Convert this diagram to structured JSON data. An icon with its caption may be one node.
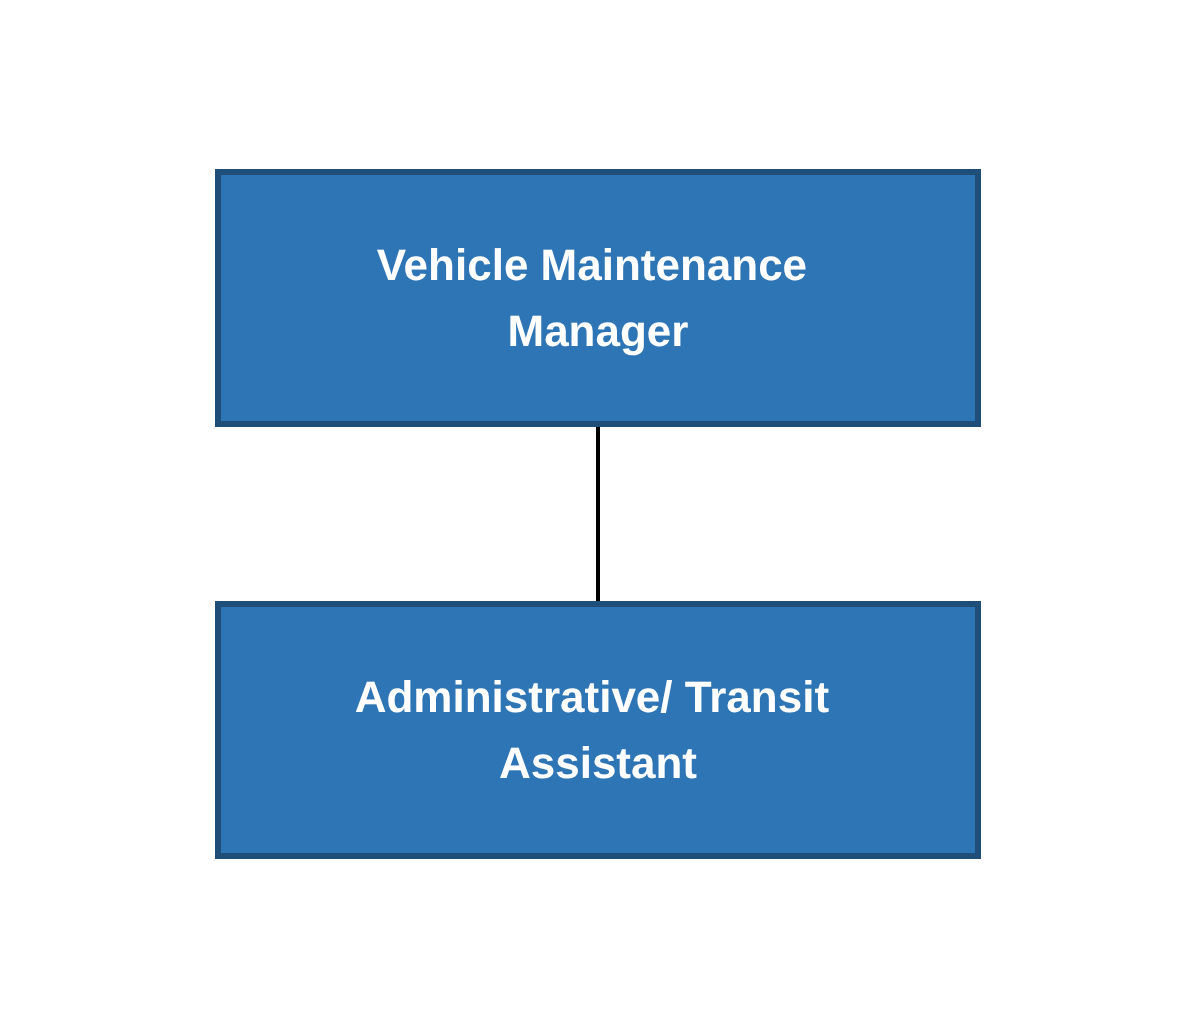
{
  "diagram": {
    "nodes": [
      {
        "text": [
          "Vehicle Maintenance Manager"
        ]
      },
      {
        "text": [
          "Administrative/ Transit Assistant"
        ]
      }
    ],
    "edges": [
      {
        "from": 0,
        "to": 1,
        "arrow": "none"
      }
    ]
  }
}
